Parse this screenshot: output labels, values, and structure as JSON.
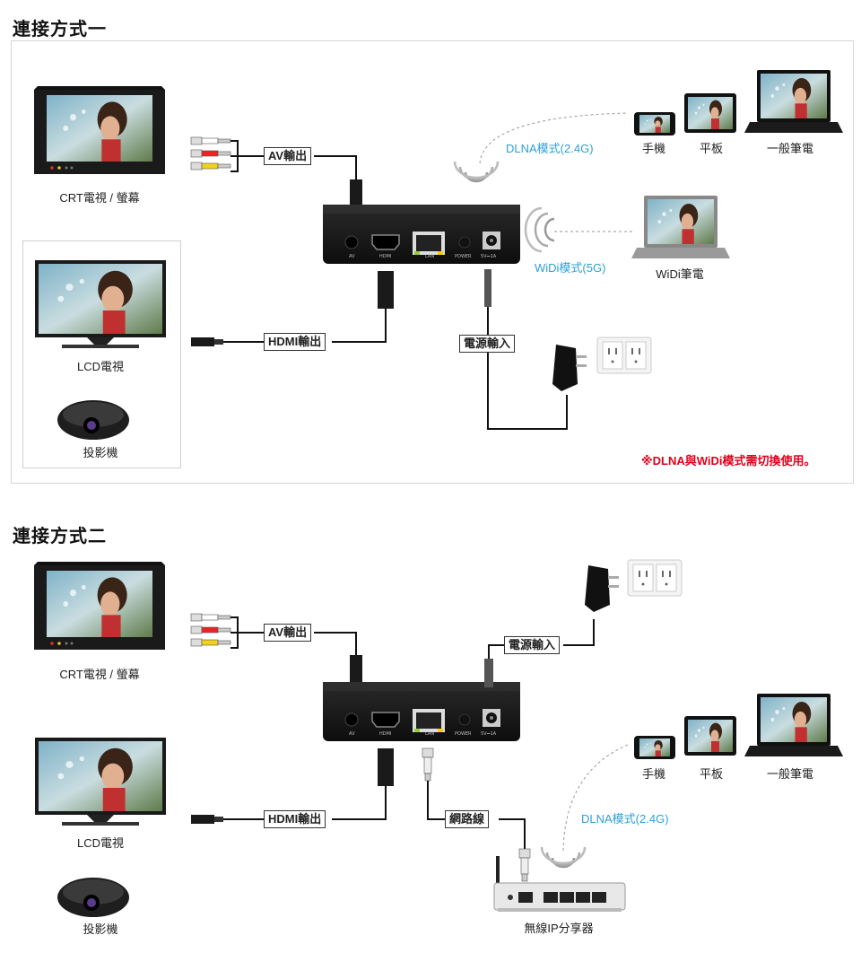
{
  "sections": [
    {
      "title": "連接方式一",
      "labels": {
        "crt": "CRT電視 / 螢幕",
        "lcd": "LCD電視",
        "projector": "投影機",
        "av_out": "AV輸出",
        "hdmi_out": "HDMI輸出",
        "power_in": "電源輸入",
        "dlna": "DLNA模式(2.4G)",
        "widi": "WiDi模式(5G)",
        "phone": "手機",
        "tablet": "平板",
        "laptop": "一般筆電",
        "widi_laptop": "WiDi筆電",
        "note": "※DLNA與WiDi模式需切換使用。"
      },
      "ports": [
        "AV",
        "HDMI",
        "LAN",
        "POWER",
        "5V⎓1A"
      ]
    },
    {
      "title": "連接方式二",
      "labels": {
        "crt": "CRT電視 / 螢幕",
        "lcd": "LCD電視",
        "projector": "投影機",
        "av_out": "AV輸出",
        "hdmi_out": "HDMI輸出",
        "power_in": "電源輸入",
        "network_cable": "網路線",
        "dlna": "DLNA模式(2.4G)",
        "phone": "手機",
        "tablet": "平板",
        "laptop": "一般筆電",
        "router": "無線IP分享器"
      },
      "ports": [
        "AV",
        "HDMI",
        "LAN",
        "POWER",
        "5V⎓1A"
      ]
    }
  ],
  "colors": {
    "accent_blue": "#2ea0d8",
    "note_red": "#e0001b",
    "device_black": "#1a1a1a"
  }
}
